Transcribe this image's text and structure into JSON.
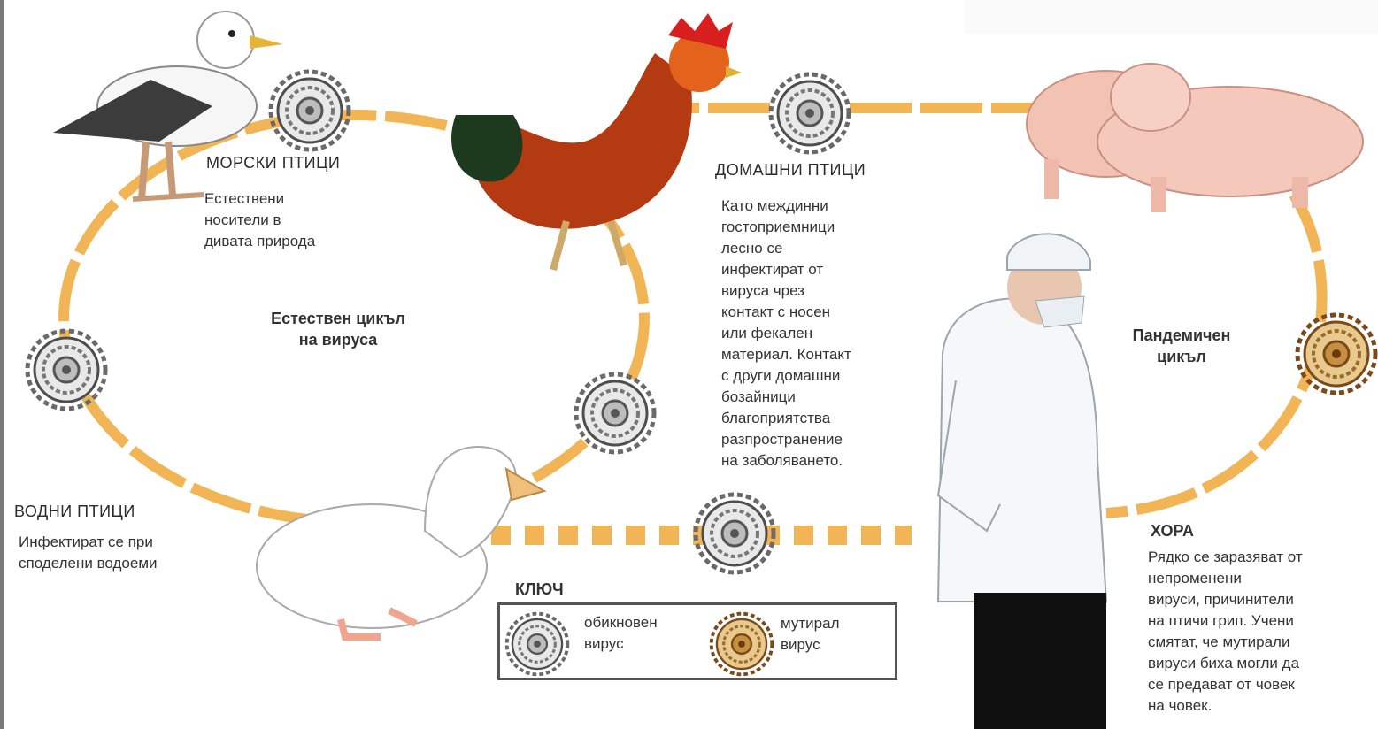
{
  "colors": {
    "cycle_ring": "#f2b555",
    "common_virus": "#5a5a5a",
    "mutated_virus": "#a56a2a",
    "key_border": "#555555"
  },
  "sea_birds": {
    "title": "МОРСКИ ПТИЦИ",
    "lines": [
      "Естествени",
      "носители в",
      "дивата природа"
    ]
  },
  "natural_cycle": {
    "lines": [
      "Естествен цикъл",
      "на вируса"
    ]
  },
  "domestic_birds": {
    "title": "ДОМАШНИ ПТИЦИ",
    "lines": [
      "Като междинни",
      "гостоприемници",
      "лесно се",
      "инфектират от",
      "вируса чрез",
      "контакт с носен",
      "или фекален",
      "материал. Контакт",
      "с други домашни",
      "бозайници",
      "благоприятства",
      "разпространение",
      "на заболяването."
    ]
  },
  "water_birds": {
    "title": "ВОДНИ ПТИЦИ",
    "lines": [
      "Инфектират се при",
      "споделени водоеми"
    ]
  },
  "pandemic_cycle": {
    "lines": [
      "Пандемичен",
      "цикъл"
    ]
  },
  "humans": {
    "title": "ХОРА",
    "lines": [
      "Рядко се заразяват от",
      "непроменени",
      "вируси, причинители",
      "на птичи грип. Учени",
      "смятат, че мутирали",
      "вируси биха могли да",
      "се предават от човек",
      "на човек."
    ]
  },
  "key": {
    "title": "КЛЮЧ",
    "common": [
      "обикновен",
      "вирус"
    ],
    "mutated": [
      "мутирал",
      "вирус"
    ]
  },
  "icons": {
    "seagull": "seagull-icon",
    "rooster": "rooster-icon",
    "pigs": "pigs-icon",
    "duck": "duck-icon",
    "doctor": "doctor-icon",
    "common_virus": "virus-common-icon",
    "mutated_virus": "virus-mutated-icon"
  }
}
